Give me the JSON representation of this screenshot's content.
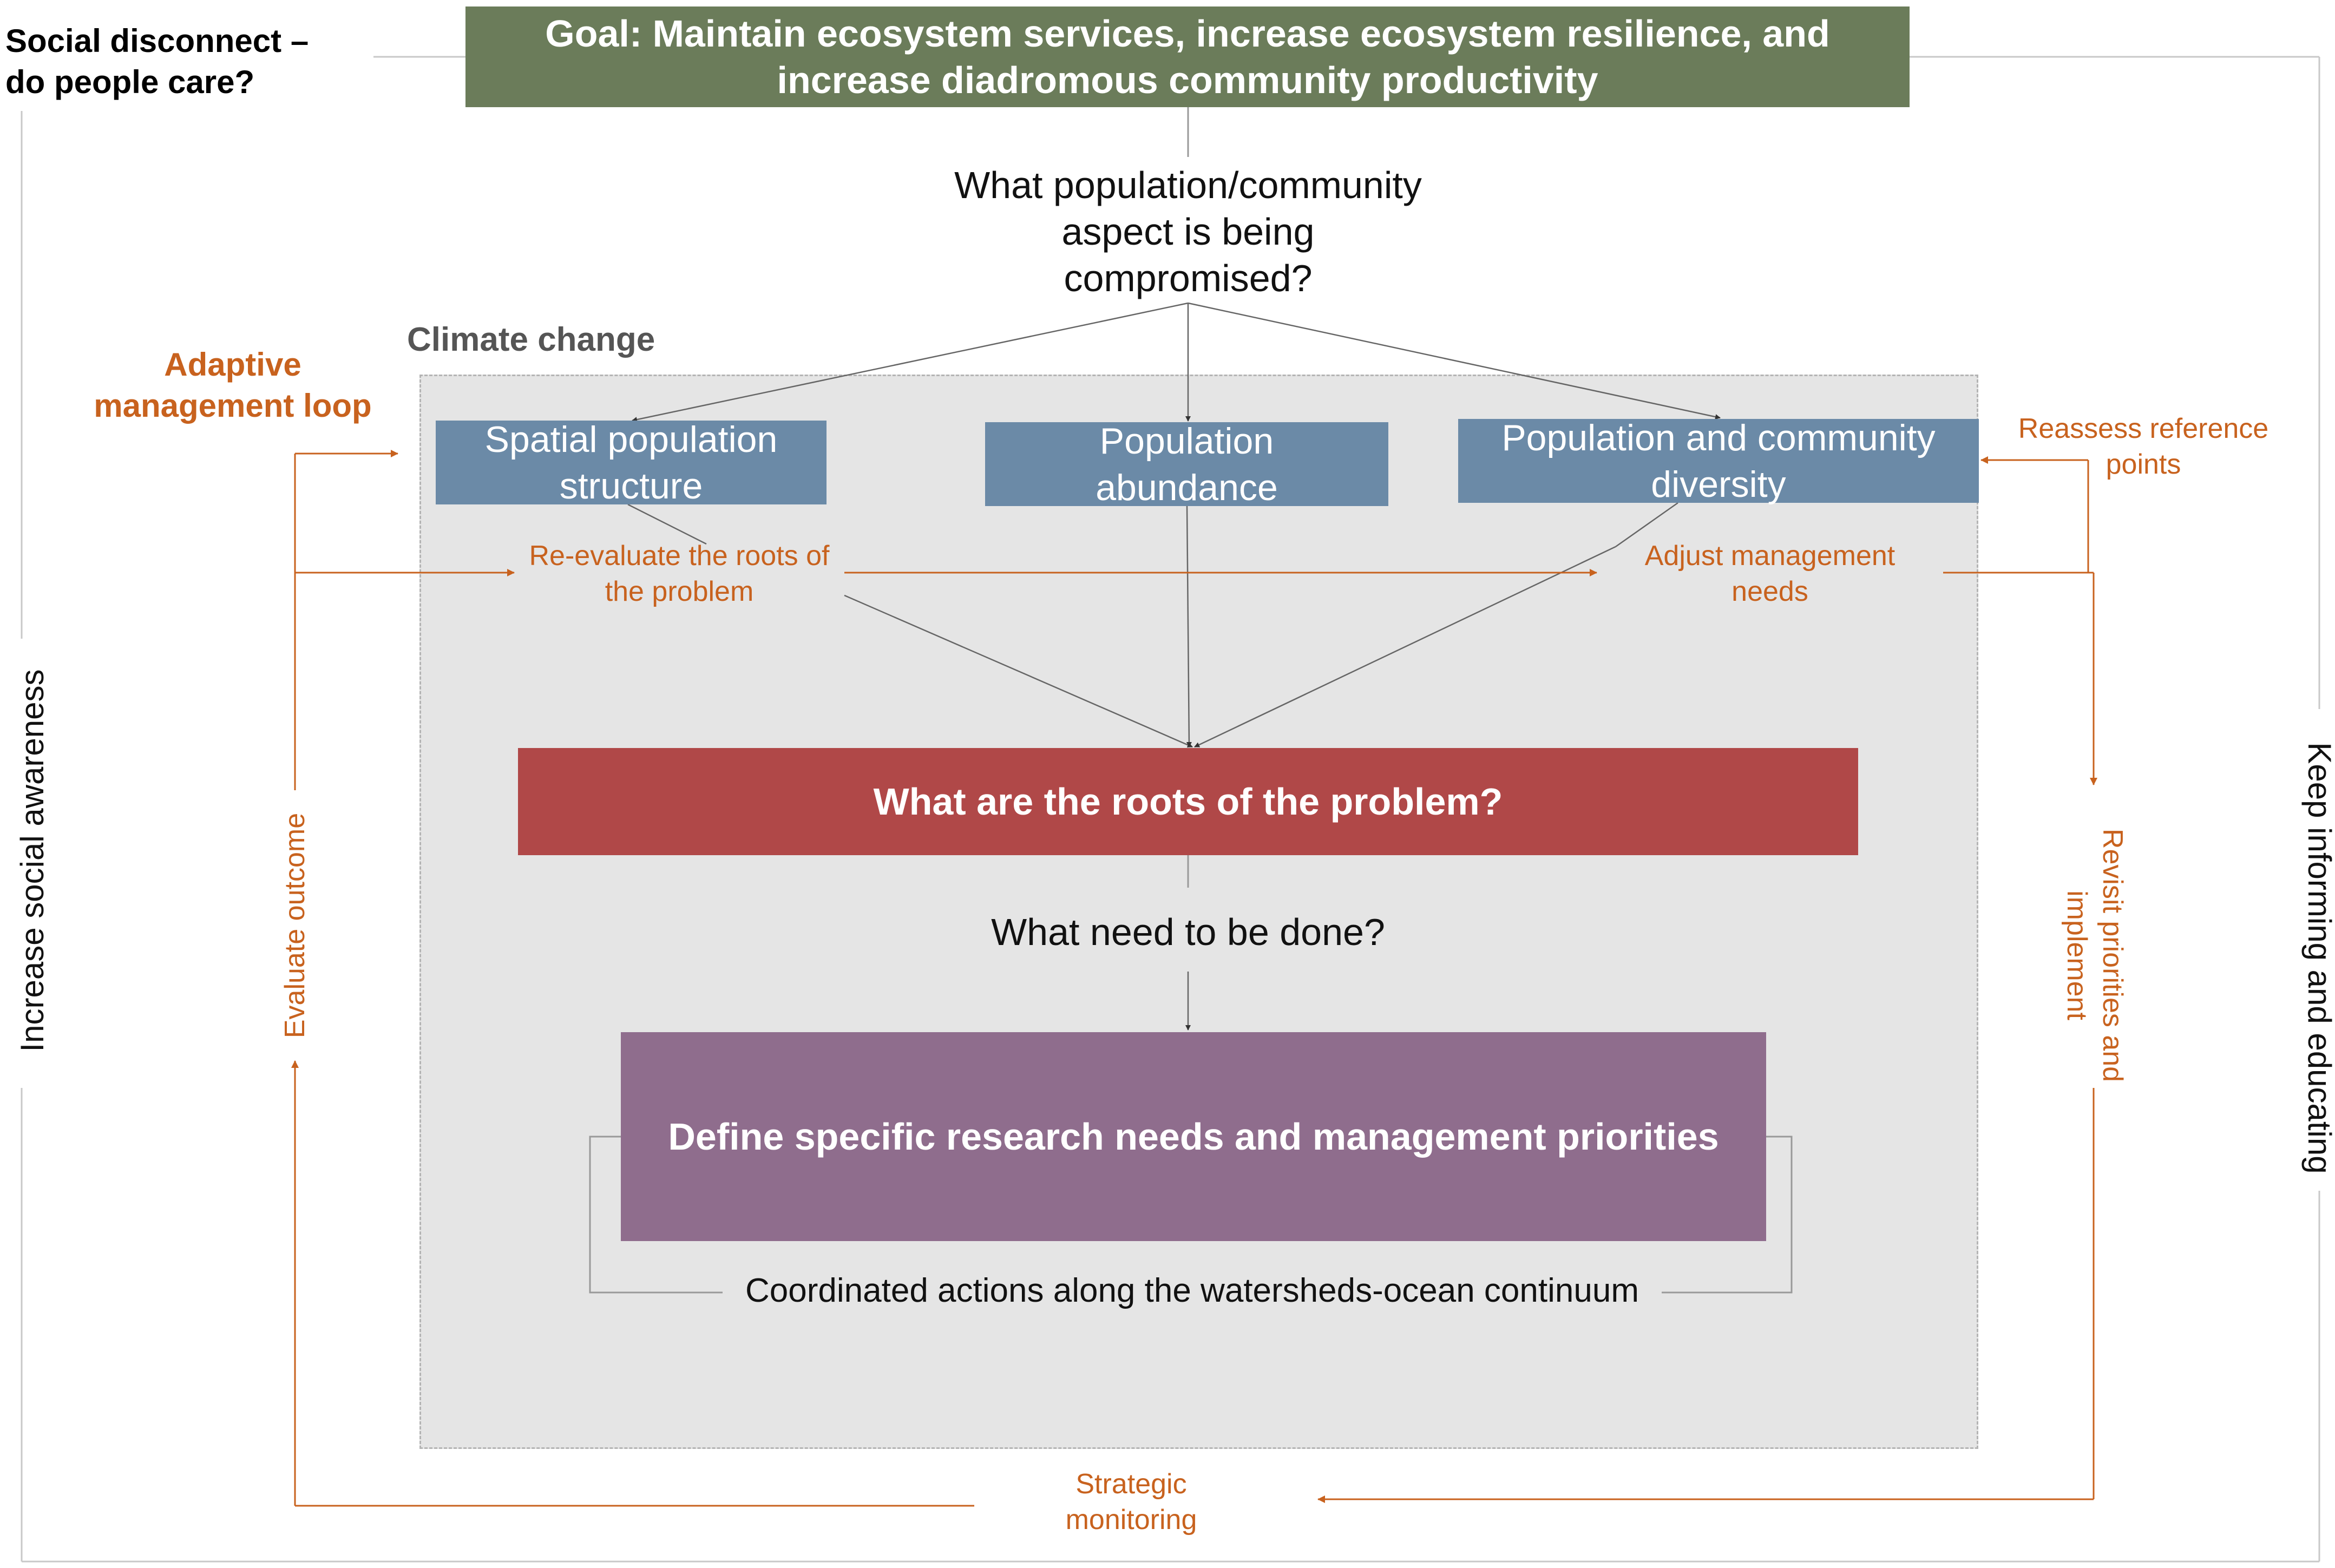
{
  "goal": {
    "line1": "Goal: Maintain ecosystem services, increase ecosystem resilience, and",
    "line2": "increase diadromous community productivity"
  },
  "social_disconnect": {
    "line1": "Social disconnect –",
    "line2": "do people care?"
  },
  "question_aspect": {
    "line1": "What population/community",
    "line2": "aspect is being",
    "line3": "compromised?"
  },
  "climate_change": "Climate change",
  "adaptive_loop": {
    "line1": "Adaptive",
    "line2": "management loop"
  },
  "aspects": [
    {
      "line1": "Spatial population",
      "line2": "structure"
    },
    {
      "line1": "Population",
      "line2": "abundance"
    },
    {
      "line1": "Population and community",
      "line2": "diversity"
    }
  ],
  "reassess": {
    "line1": "Reassess reference",
    "line2": "points"
  },
  "reevaluate": {
    "line1": "Re-evaluate the roots of",
    "line2": "the problem"
  },
  "adjust": {
    "line1": "Adjust management",
    "line2": "needs"
  },
  "roots_question": "What are the roots of the problem?",
  "need_done": "What need to be done?",
  "define": "Define specific research needs and management priorities",
  "coordinated": "Coordinated actions along the watersheds-ocean continuum",
  "evaluate_outcome": "Evaluate outcome",
  "revisit": {
    "line1": "Revisit priorities and",
    "line2": "implement"
  },
  "strategic": {
    "line1": "Strategic",
    "line2": "monitoring"
  },
  "increase_awareness": "Increase social awareness",
  "keep_informing": "Keep informing and educating",
  "colors": {
    "goal": "#6b7c5a",
    "aspect": "#6b8aa7",
    "roots": "#b04848",
    "define": "#8f6d8d",
    "loop_orange": "#c8621e",
    "climate_bg": "#e5e5e5"
  }
}
